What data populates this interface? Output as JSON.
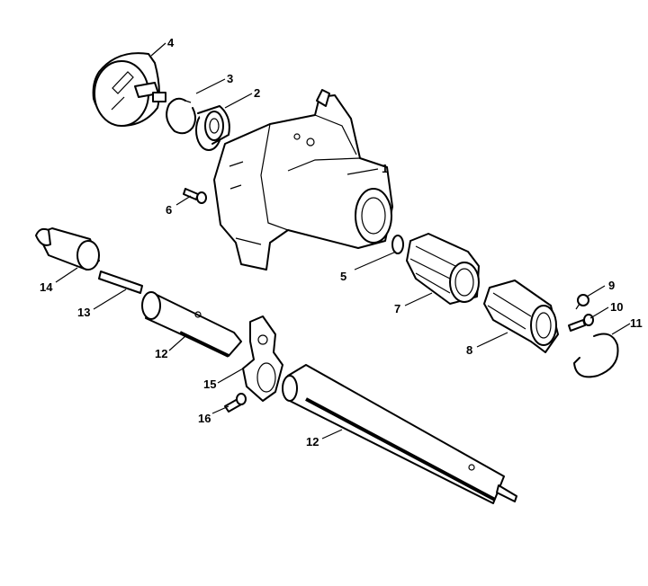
{
  "callouts": {
    "p1": "1",
    "p2": "2",
    "p3": "3",
    "p4": "4",
    "p5": "5",
    "p6": "6",
    "p7": "7",
    "p8": "8",
    "p9": "9",
    "p10": "10",
    "p11": "11",
    "p12a": "12",
    "p12b": "12",
    "p13": "13",
    "p14": "14",
    "p15": "15",
    "p16": "16"
  }
}
